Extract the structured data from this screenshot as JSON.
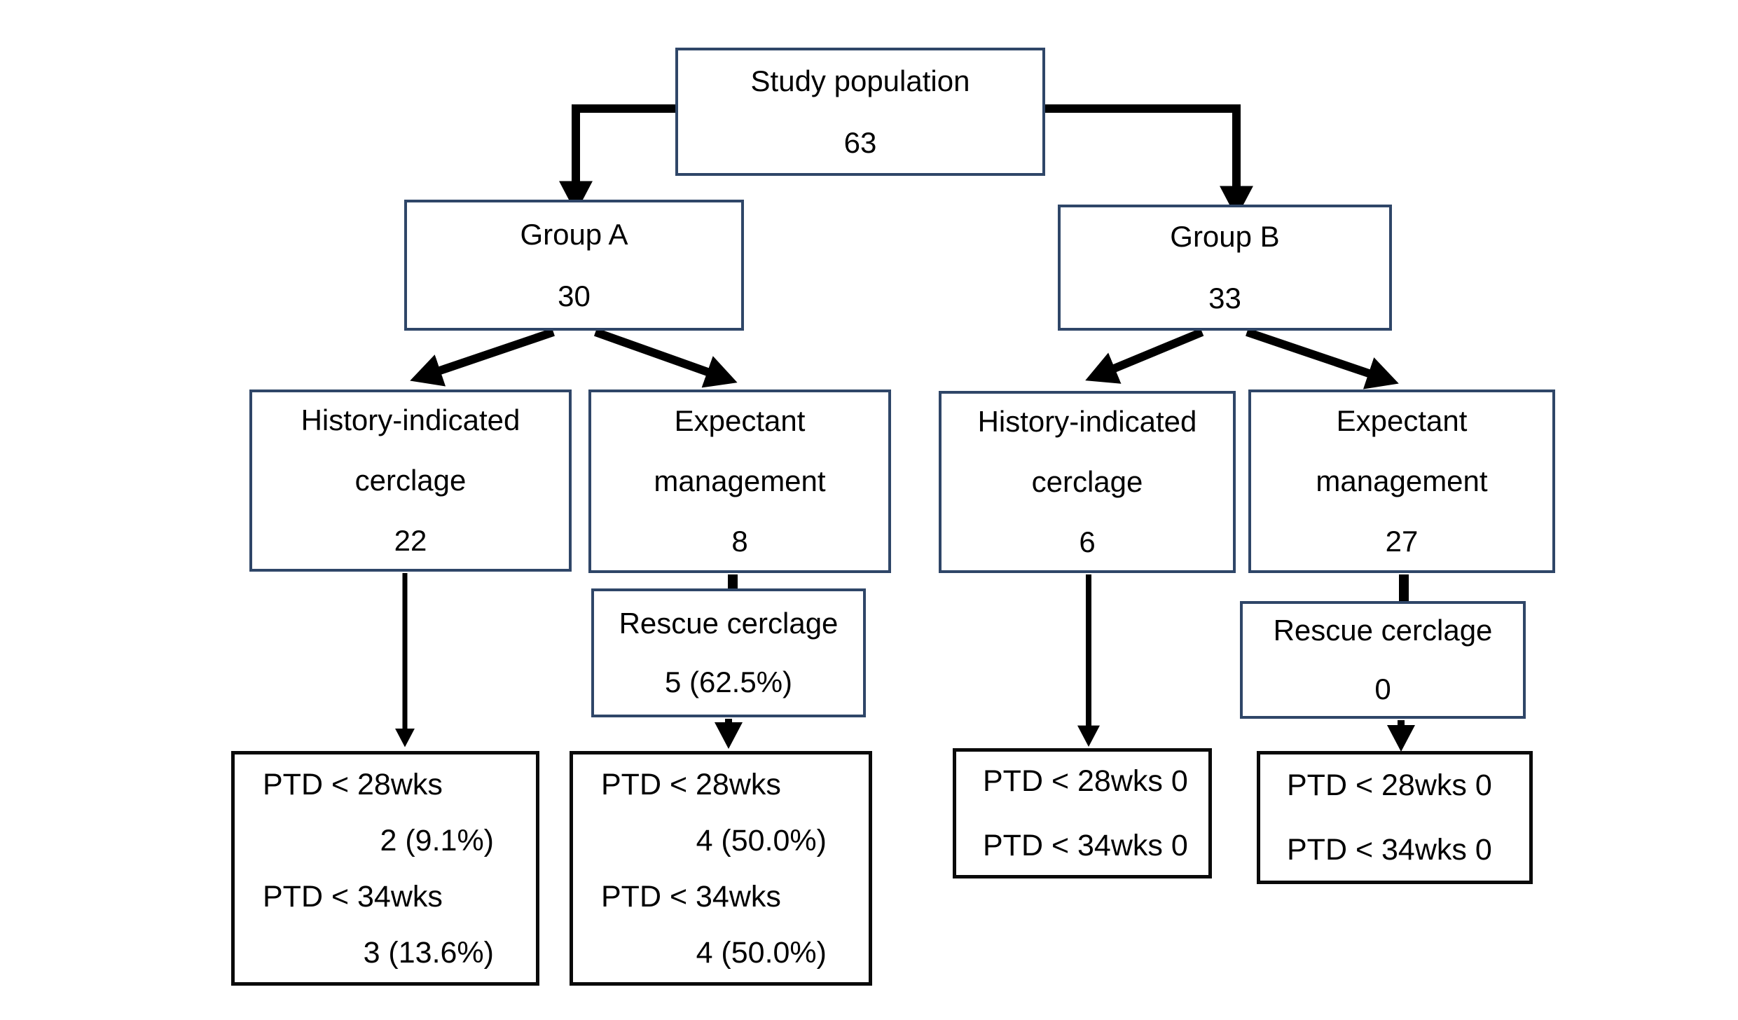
{
  "colors": {
    "background": "#ffffff",
    "primary_box_border": "#2f4668",
    "outcome_box_border": "#0a0a0a",
    "connector": "#000000",
    "text": "#000000"
  },
  "nodes": {
    "study_population": {
      "label": "Study population",
      "value": "63"
    },
    "group_a": {
      "label": "Group A",
      "value": "30"
    },
    "group_b": {
      "label": "Group B",
      "value": "33"
    },
    "history_cerclage_a": {
      "label_line1": "History-indicated",
      "label_line2": "cerclage",
      "value": "22"
    },
    "expectant_management_a": {
      "label_line1": "Expectant",
      "label_line2": "management",
      "value": "8"
    },
    "history_cerclage_b": {
      "label_line1": "History-indicated",
      "label_line2": "cerclage",
      "value": "6"
    },
    "expectant_management_b": {
      "label_line1": "Expectant",
      "label_line2": "management",
      "value": "27"
    },
    "rescue_cerclage_a": {
      "label": "Rescue cerclage",
      "value": "5 (62.5%)"
    },
    "rescue_cerclage_b": {
      "label": "Rescue cerclage",
      "value": "0"
    },
    "outcomes_history_a": {
      "line1": "PTD < 28wks",
      "line2": "2 (9.1%)",
      "line3": "PTD < 34wks",
      "line4": "3 (13.6%)"
    },
    "outcomes_rescue_a": {
      "line1": "PTD < 28wks",
      "line2": "4 (50.0%)",
      "line3": "PTD < 34wks",
      "line4": "4 (50.0%)"
    },
    "outcomes_history_b": {
      "line1": "PTD < 28wks 0",
      "line2": "PTD < 34wks 0"
    },
    "outcomes_rescue_b": {
      "line1": "PTD < 28wks 0",
      "line2": "PTD < 34wks 0"
    }
  },
  "edges": [
    {
      "from": "study_population",
      "to": "group_a"
    },
    {
      "from": "study_population",
      "to": "group_b"
    },
    {
      "from": "group_a",
      "to": "history_cerclage_a"
    },
    {
      "from": "group_a",
      "to": "expectant_management_a"
    },
    {
      "from": "group_b",
      "to": "history_cerclage_b"
    },
    {
      "from": "group_b",
      "to": "expectant_management_b"
    },
    {
      "from": "history_cerclage_a",
      "to": "outcomes_history_a"
    },
    {
      "from": "expectant_management_a",
      "to": "rescue_cerclage_a"
    },
    {
      "from": "rescue_cerclage_a",
      "to": "outcomes_rescue_a"
    },
    {
      "from": "history_cerclage_b",
      "to": "outcomes_history_b"
    },
    {
      "from": "expectant_management_b",
      "to": "rescue_cerclage_b"
    },
    {
      "from": "rescue_cerclage_b",
      "to": "outcomes_rescue_b"
    }
  ]
}
